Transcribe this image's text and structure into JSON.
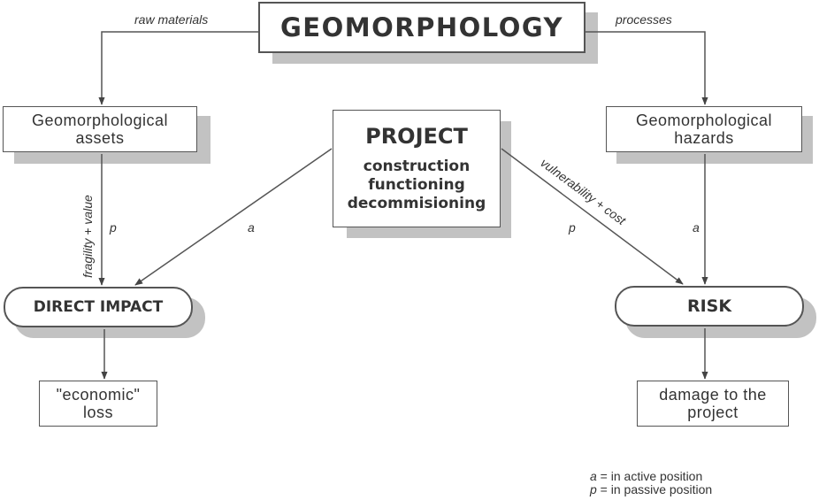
{
  "title": "GEOMORPHOLOGY",
  "edges": {
    "raw_materials": "raw materials",
    "processes": "processes",
    "fragility_value": "fragility + value",
    "vulnerability_cost": "vulnerability + cost",
    "a": "a",
    "p": "p"
  },
  "assets": {
    "line1": "Geomorphological",
    "line2": "assets"
  },
  "hazards": {
    "line1": "Geomorphological",
    "line2": "hazards"
  },
  "project": {
    "title": "PROJECT",
    "lines": [
      "construction",
      "functioning",
      "decommisioning"
    ]
  },
  "direct_impact": "DIRECT IMPACT",
  "risk": "RISK",
  "economic_loss": {
    "line1": "\"economic\"",
    "line2": "loss"
  },
  "damage": {
    "line1": "damage to the",
    "line2": "project"
  },
  "legend": {
    "a_key": "a",
    "a_text": " = in active position",
    "p_key": "p",
    "p_text": " = in passive position"
  }
}
